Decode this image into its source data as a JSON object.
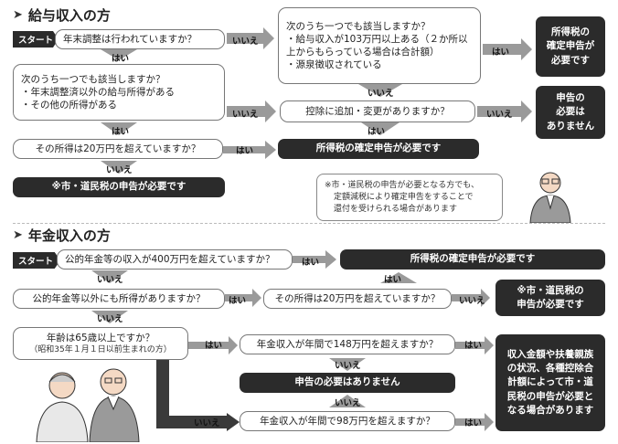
{
  "section1": {
    "title": "給与収入の方",
    "start": "スタート",
    "q_year_end": "年末調整は行われていますか？",
    "q_any_of_following": "次のうち一つでも該当しますか？",
    "right_items": [
      "給与収入が103万円以上ある（２か所以上からもらっている場合は合計額）",
      "源泉徴収されている"
    ],
    "left_items": [
      "年末調整済以外の給与所得がある",
      "その他の所得がある"
    ],
    "q_deduction": "控除に追加・変更がありますか？",
    "q_over20": "その所得は20万円を超えていますか？",
    "r_income_tax": "所得税の確定申告が必要です",
    "r_city": "※市・道民税の申告が必要です",
    "r_kakutei": [
      "所得税の",
      "確定申告が",
      "必要です"
    ],
    "r_no_need": [
      "申告の",
      "必要は",
      "ありません"
    ],
    "note": [
      "※市・道民税の申告が必要となる方でも、",
      "定額減税により確定申告をすることで",
      "還付を受けられる場合があります"
    ]
  },
  "section2": {
    "title": "年金収入の方",
    "start": "スタート",
    "q_pension400": "公的年金等の収入が400万円を超えていますか？",
    "r_income_tax": "所得税の確定申告が必要です",
    "q_other_income": "公的年金等以外にも所得がありますか？",
    "q_over20": "その所得は20万円を超えていますか？",
    "r_city": [
      "※市・道民税の",
      "申告が必要です"
    ],
    "q_age": "年齢は65歳以上ですか？",
    "q_age_sub": "（昭和35年１月１日以前生まれの方）",
    "q_148": "年金収入が年間で148万円を超えますか？",
    "r_no_need": "申告の必要はありません",
    "q_98": "年金収入が年間で98万円を超えますか？",
    "r_depends": [
      "収入金額や扶養親族",
      "の状況、各種控除合",
      "計額によって市・道",
      "民税の申告が必要と",
      "なる場合があります"
    ]
  },
  "labels": {
    "yes": "はい",
    "no": "いいえ"
  }
}
